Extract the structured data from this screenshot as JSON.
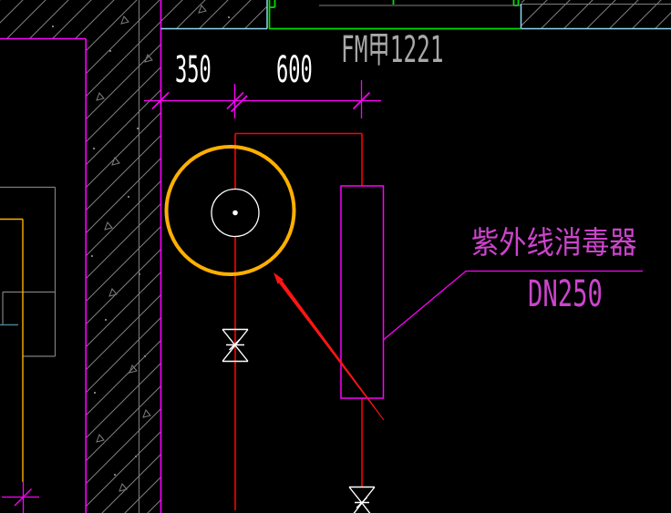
{
  "drawing": {
    "type": "cad-plan-detail",
    "background": "#000000",
    "dimensions": {
      "d350": "350",
      "d600": "600"
    },
    "annotations": {
      "door_tag": "FM甲1221",
      "uv_sterilizer_name": "紫外线消毒器",
      "uv_sterilizer_size": "DN250"
    },
    "colors": {
      "wall_line": "#ff00ff",
      "pipe_line": "#ff0000",
      "pump_circle": "#ffb000",
      "valve_symbol": "#ffffff",
      "hatch_gray": "#7f7f7f",
      "dim_text": "#ffffff",
      "door_tag_text": "#a8a8a8",
      "annotation_text": "#cc44cc",
      "door_frame_green": "#00dd00",
      "opening_cyan": "#8fd8f2",
      "arrow_red": "#ff1515",
      "misc_blue": "#4e7d92"
    },
    "symbols": {
      "pump": "pump-circle-symbol",
      "valve_upper": "gate-valve-symbol",
      "valve_lower": "gate-valve-symbol",
      "equipment": "uv-sterilizer-rectangle",
      "pointer": "red-annotation-arrow",
      "wall": "concrete-wall-hatch"
    }
  }
}
